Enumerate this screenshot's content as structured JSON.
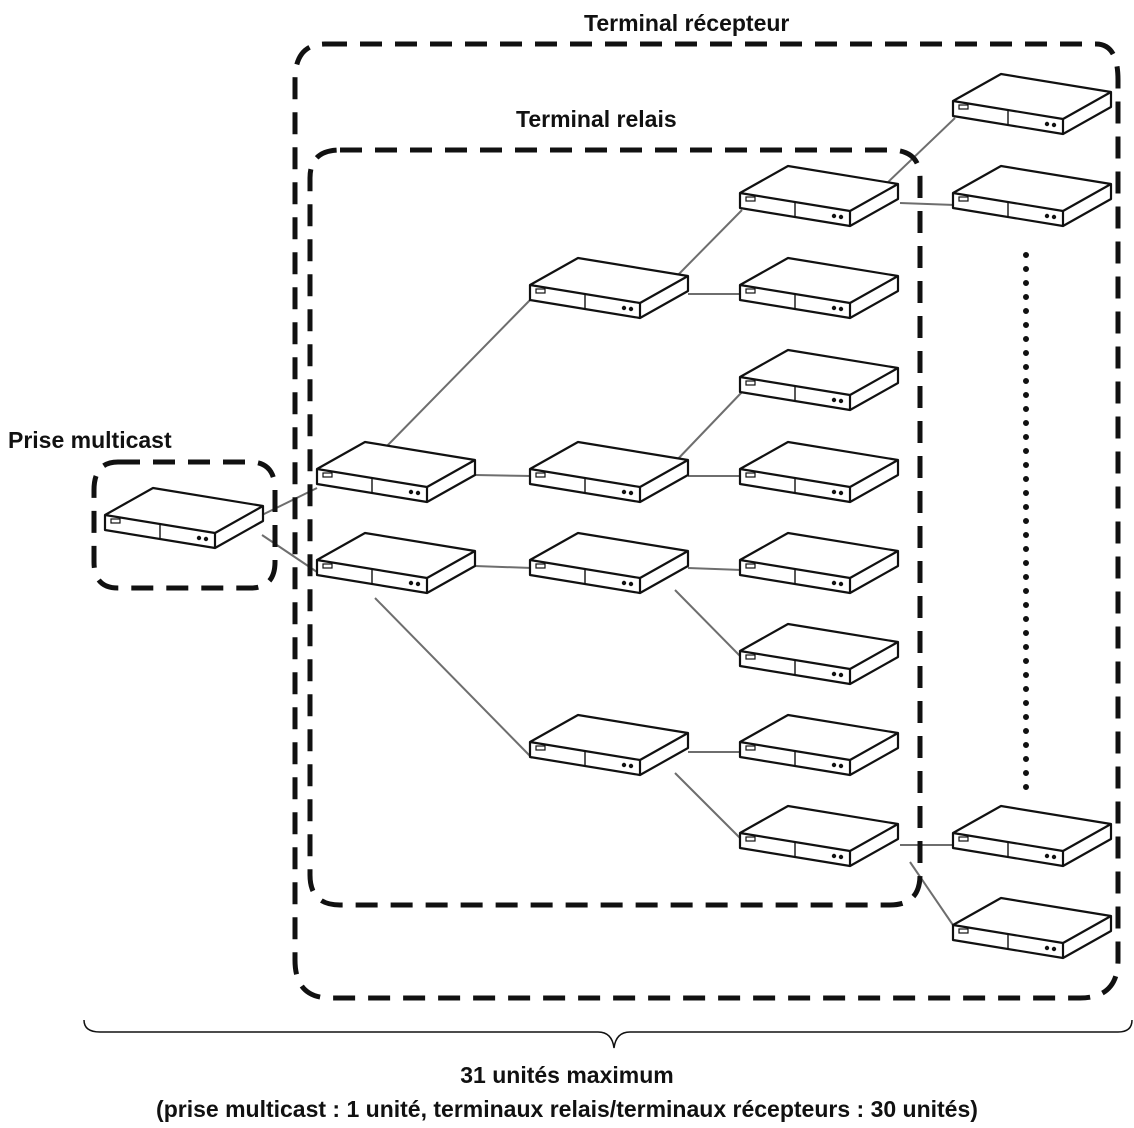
{
  "labels": {
    "receiver_group": "Terminal récepteur",
    "relay_group": "Terminal relais",
    "source_group": "Prise multicast",
    "total": "31 unités maximum",
    "detail": "(prise multicast : 1 unité, terminaux relais/terminaux récepteurs : 30 unités)"
  },
  "colors": {
    "line": "#6e6e6e",
    "outline": "#111111",
    "box_fill": "#ffffff"
  },
  "device_icon": "set-top-box-icon"
}
